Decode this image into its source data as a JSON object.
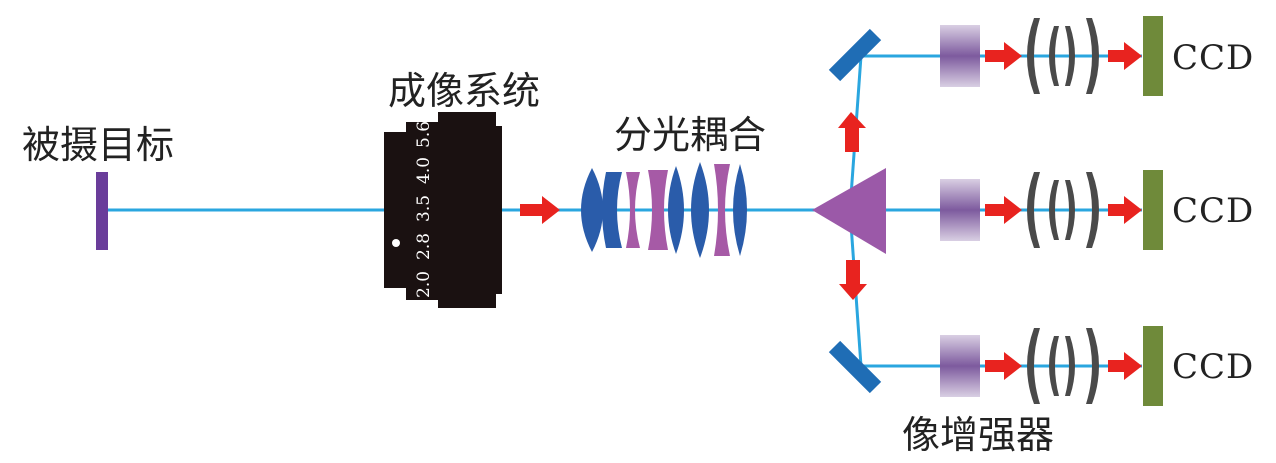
{
  "labels": {
    "target": "被摄目标",
    "imaging_system": "成像系统",
    "beam_splitter": "分光耦合",
    "intensifier": "像增强器"
  },
  "f_numbers": [
    "2.0",
    "2.8",
    "3.5",
    "4.0",
    "5.6"
  ],
  "detectors": [
    "CCD",
    "CCD",
    "CCD"
  ],
  "colors": {
    "beam": "#2aa6df",
    "arrow": "#e8231f",
    "target": "#6a3d9a",
    "camera": "#1a1111",
    "lens_blue": "#2a5caa",
    "lens_purple": "#a65aa6",
    "prism": "#9b59a8",
    "mirror": "#1f6db5",
    "ccd": "#6f8a3a",
    "intensifier": "#8d6aa8",
    "relay_lens": "#4a4a4a"
  }
}
